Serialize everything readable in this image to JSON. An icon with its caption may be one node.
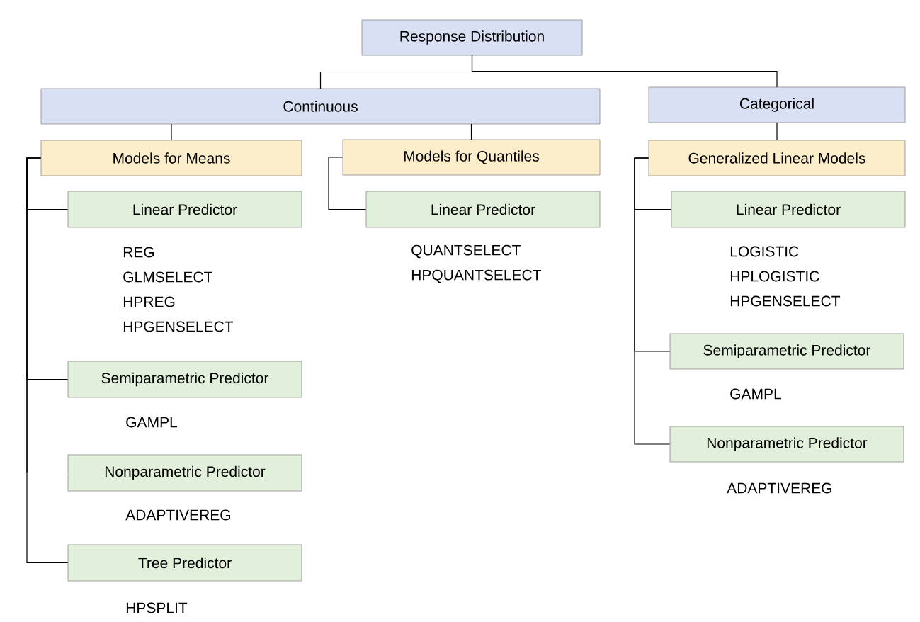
{
  "diagram": {
    "nodes": [
      {
        "text": [
          "Response Distribution"
        ]
      },
      {
        "text": [
          "Continuous"
        ]
      },
      {
        "text": [
          "Categorical"
        ]
      },
      {
        "text": [
          "Models for Means"
        ]
      },
      {
        "text": [
          "Models for Quantiles"
        ]
      },
      {
        "text": [
          "Generalized Linear Models"
        ]
      },
      {
        "text": [
          "Linear Predictor"
        ],
        "beside": [
          "REG",
          "GLMSELECT",
          "HPREG",
          "HPGENSELECT"
        ]
      },
      {
        "text": [
          "Semiparametric Predictor"
        ],
        "beside": [
          "GAMPL"
        ]
      },
      {
        "text": [
          "Nonparametric Predictor"
        ],
        "beside": [
          "ADAPTIVEREG"
        ]
      },
      {
        "text": [
          "Tree Predictor"
        ],
        "beside": [
          "HPSPLIT"
        ]
      },
      {
        "text": [
          "Linear Predictor"
        ],
        "beside": [
          "QUANTSELECT",
          "HPQUANTSELECT"
        ]
      },
      {
        "text": [
          "Linear Predictor"
        ],
        "beside": [
          "LOGISTIC",
          "HPLOGISTIC",
          "HPGENSELECT"
        ]
      },
      {
        "text": [
          "Semiparametric Predictor"
        ],
        "beside": [
          "GAMPL"
        ]
      },
      {
        "text": [
          "Nonparametric Predictor"
        ],
        "beside": [
          "ADAPTIVEREG"
        ]
      }
    ],
    "edges": [
      {
        "from": 0,
        "to": 1,
        "arrow": "none"
      },
      {
        "from": 0,
        "to": 2,
        "arrow": "none"
      },
      {
        "from": 1,
        "to": 3,
        "arrow": "none"
      },
      {
        "from": 1,
        "to": 4,
        "arrow": "none"
      },
      {
        "from": 2,
        "to": 5,
        "arrow": "none"
      },
      {
        "from": 3,
        "to": 6,
        "arrow": "none"
      },
      {
        "from": 3,
        "to": 7,
        "arrow": "none"
      },
      {
        "from": 3,
        "to": 8,
        "arrow": "none"
      },
      {
        "from": 3,
        "to": 9,
        "arrow": "none"
      },
      {
        "from": 4,
        "to": 10,
        "arrow": "none"
      },
      {
        "from": 5,
        "to": 11,
        "arrow": "none"
      },
      {
        "from": 5,
        "to": 12,
        "arrow": "none"
      },
      {
        "from": 5,
        "to": 13,
        "arrow": "none"
      }
    ]
  }
}
